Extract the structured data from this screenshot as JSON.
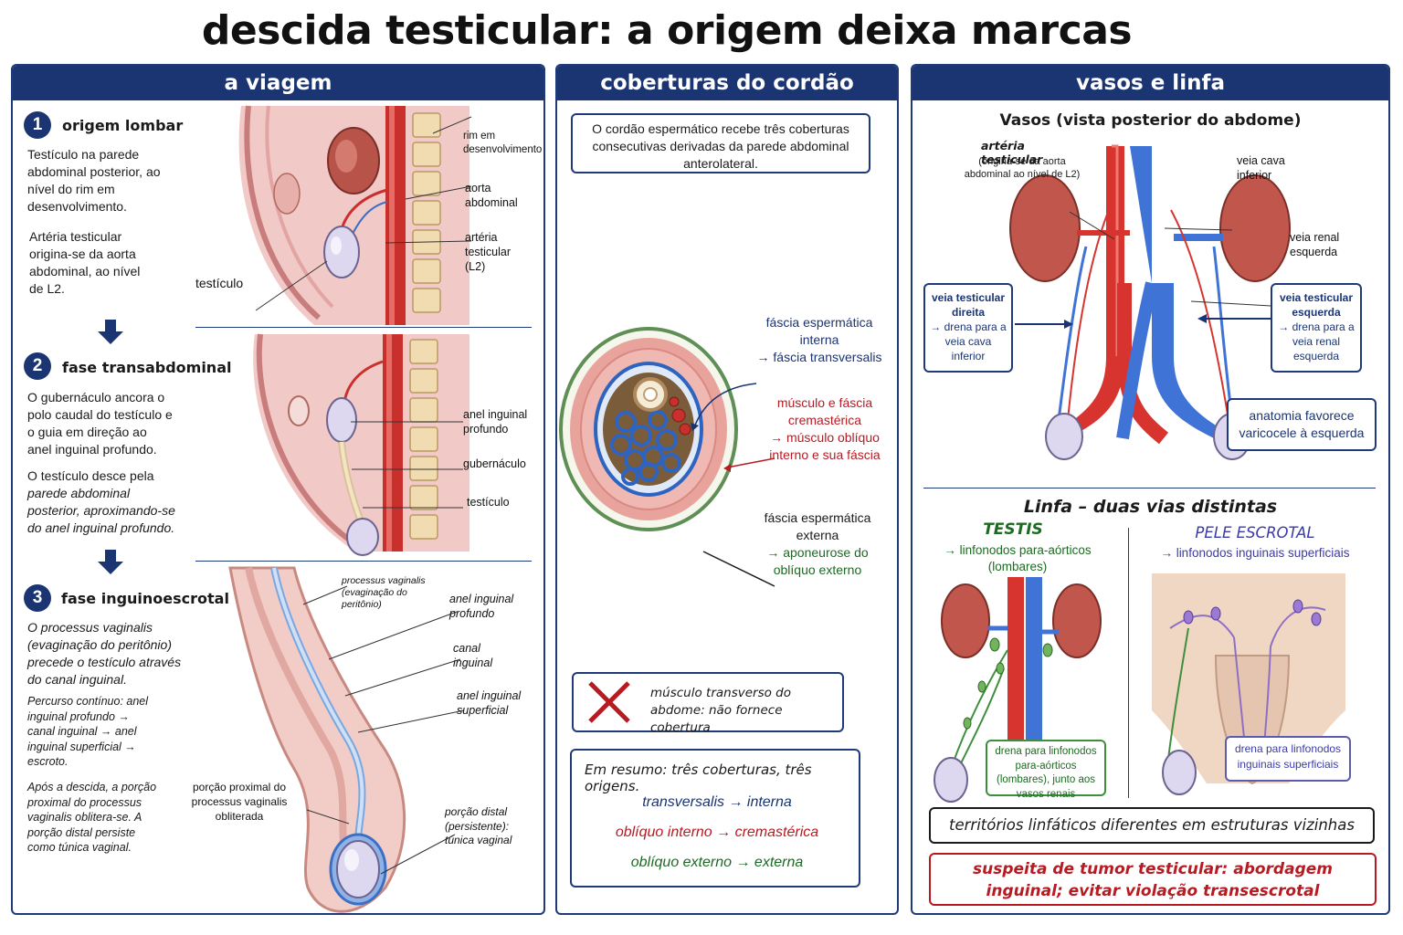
{
  "title": "descida testicular: a origem deixa marcas",
  "panel1": {
    "header": "a viagem",
    "step1": {
      "num": "1",
      "title": "origem lombar",
      "text1": "Testículo na parede abdominal posterior, ao nível do rim em desenvolvimento.",
      "text2": "Artéria testicular origina-se da aorta abdominal, ao nível de L2.",
      "labels": {
        "kidney": "rim em desenvolvimento",
        "aorta": "aorta abdominal",
        "artery": "artéria testicular (L2)",
        "testis": "testículo"
      }
    },
    "step2": {
      "num": "2",
      "title": "fase transabdominal",
      "text1": "O gubernáculo ancora o polo caudal do testículo e o guia em direção ao anel inguinal profundo.",
      "text2_a": "O testículo desce pela ",
      "text2_b": "parede abdominal posterior, aproximando-se do anel inguinal profundo.",
      "labels": {
        "ring": "anel inguinal profundo",
        "gubernaculum": "gubernáculo",
        "testis": "testículo"
      }
    },
    "step3": {
      "num": "3",
      "title": "fase inguinoescrotal",
      "text1": "O processus vaginalis (evaginação do peritônio) precede o testículo através do canal inguinal.",
      "text2": "Percurso contínuo: anel inguinal profundo → canal inguinal → anel inguinal superficial → escroto.",
      "text3": "Após a descida, a porção proximal do processus vaginalis oblitera-se. A porção distal persiste como túnica vaginal.",
      "labels": {
        "processus": "processus vaginalis (evaginação do peritônio)",
        "deep_ring": "anel inguinal profundo",
        "canal": "canal inguinal",
        "sup_ring": "anel inguinal superficial",
        "proximal": "porção proximal do processus vaginalis obliterada",
        "distal": "porção distal (persistente): túnica vaginal"
      }
    }
  },
  "panel2": {
    "header": "coberturas do cordão",
    "intro": "O cordão espermático recebe três coberturas consecutivas derivadas da parede abdominal anterolateral.",
    "layer1_a": "fáscia espermática interna",
    "layer1_b": "→ fáscia transversalis",
    "layer2_a": "músculo e fáscia cremastérica",
    "layer2_b": "→ músculo oblíquo interno e sua fáscia",
    "layer3_a": "fáscia espermática externa",
    "layer3_b": "→ aponeurose do oblíquo externo",
    "nocover": "músculo transverso do abdome: não fornece cobertura",
    "summary_title": "Em resumo: três coberturas, três origens.",
    "summary1": "transversalis → interna",
    "summary2": "oblíquo interno → cremastérica",
    "summary3": "oblíquo externo → externa",
    "colors": {
      "blue": "#1b3472",
      "red": "#b81a22",
      "green": "#1d6a22"
    }
  },
  "panel3": {
    "header": "vasos e linfa",
    "vessels_title": "Vasos (vista posterior do abdome)",
    "artery_label": "artéria testicular",
    "artery_note": "(origina-se da aorta abdominal ao nível de L2)",
    "ivc": "veia cava inferior",
    "renal_vein": "veia renal esquerda",
    "right_vein": {
      "title": "veia testicular direita",
      "text": "→ drena para a veia cava inferior"
    },
    "left_vein": {
      "title": "veia testicular esquerda",
      "text": "→ drena para a veia renal esquerda"
    },
    "varicocele": "anatomia favorece varicocele à esquerda",
    "lymph_title": "Linfa – duas vias distintas",
    "testis_head": "TESTIS",
    "testis_path": "→ linfonodos para-aórticos (lombares)",
    "scrotum_head": "PELE ESCROTAL",
    "scrotum_path": "→ linfonodos inguinais superficiais",
    "testis_box": "drena para linfonodos para-aórticos (lombares), junto aos vasos renais",
    "scrotum_box": "drena para linfonodos inguinais superficiais",
    "territories": "territórios linfáticos diferentes em estruturas vizinhas",
    "warning": "suspeita de tumor testicular: abordagem inguinal; evitar violação transescrotal"
  }
}
